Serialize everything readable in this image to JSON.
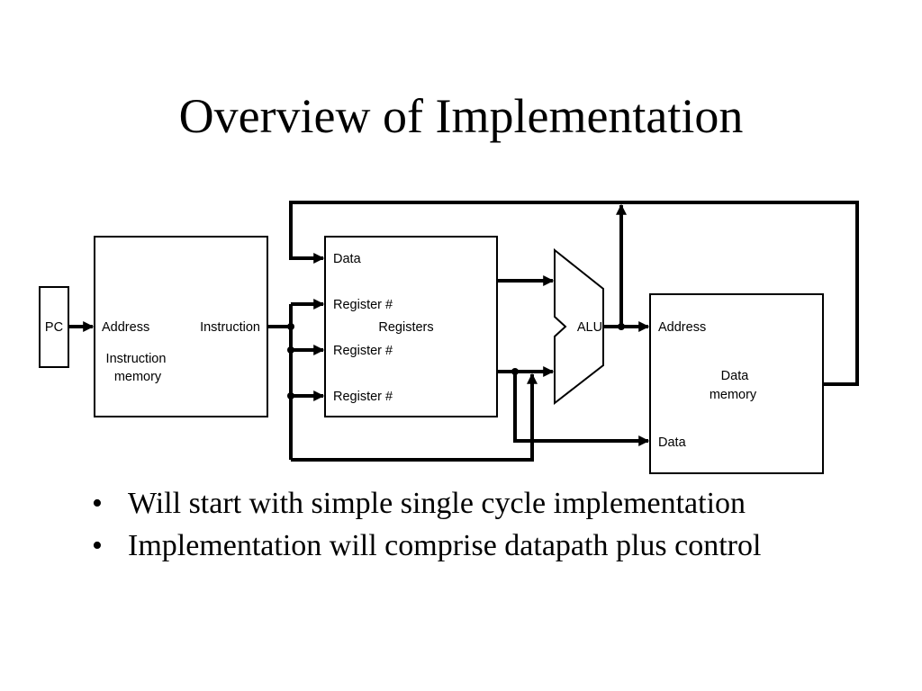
{
  "title": "Overview of Implementation",
  "diagram": {
    "pc_label": "PC",
    "imem": {
      "address": "Address",
      "instruction": "Instruction",
      "name_line1": "Instruction",
      "name_line2": "memory"
    },
    "regs": {
      "data": "Data",
      "reg1": "Register #",
      "reg2": "Register #",
      "reg3": "Register #",
      "name": "Registers"
    },
    "alu_label": "ALU",
    "dmem": {
      "address": "Address",
      "data": "Data",
      "name_line1": "Data",
      "name_line2": "memory"
    }
  },
  "bullets": [
    "Will start with simple single cycle implementation",
    "Implementation will comprise datapath plus control"
  ],
  "bullet_symbol": "•"
}
